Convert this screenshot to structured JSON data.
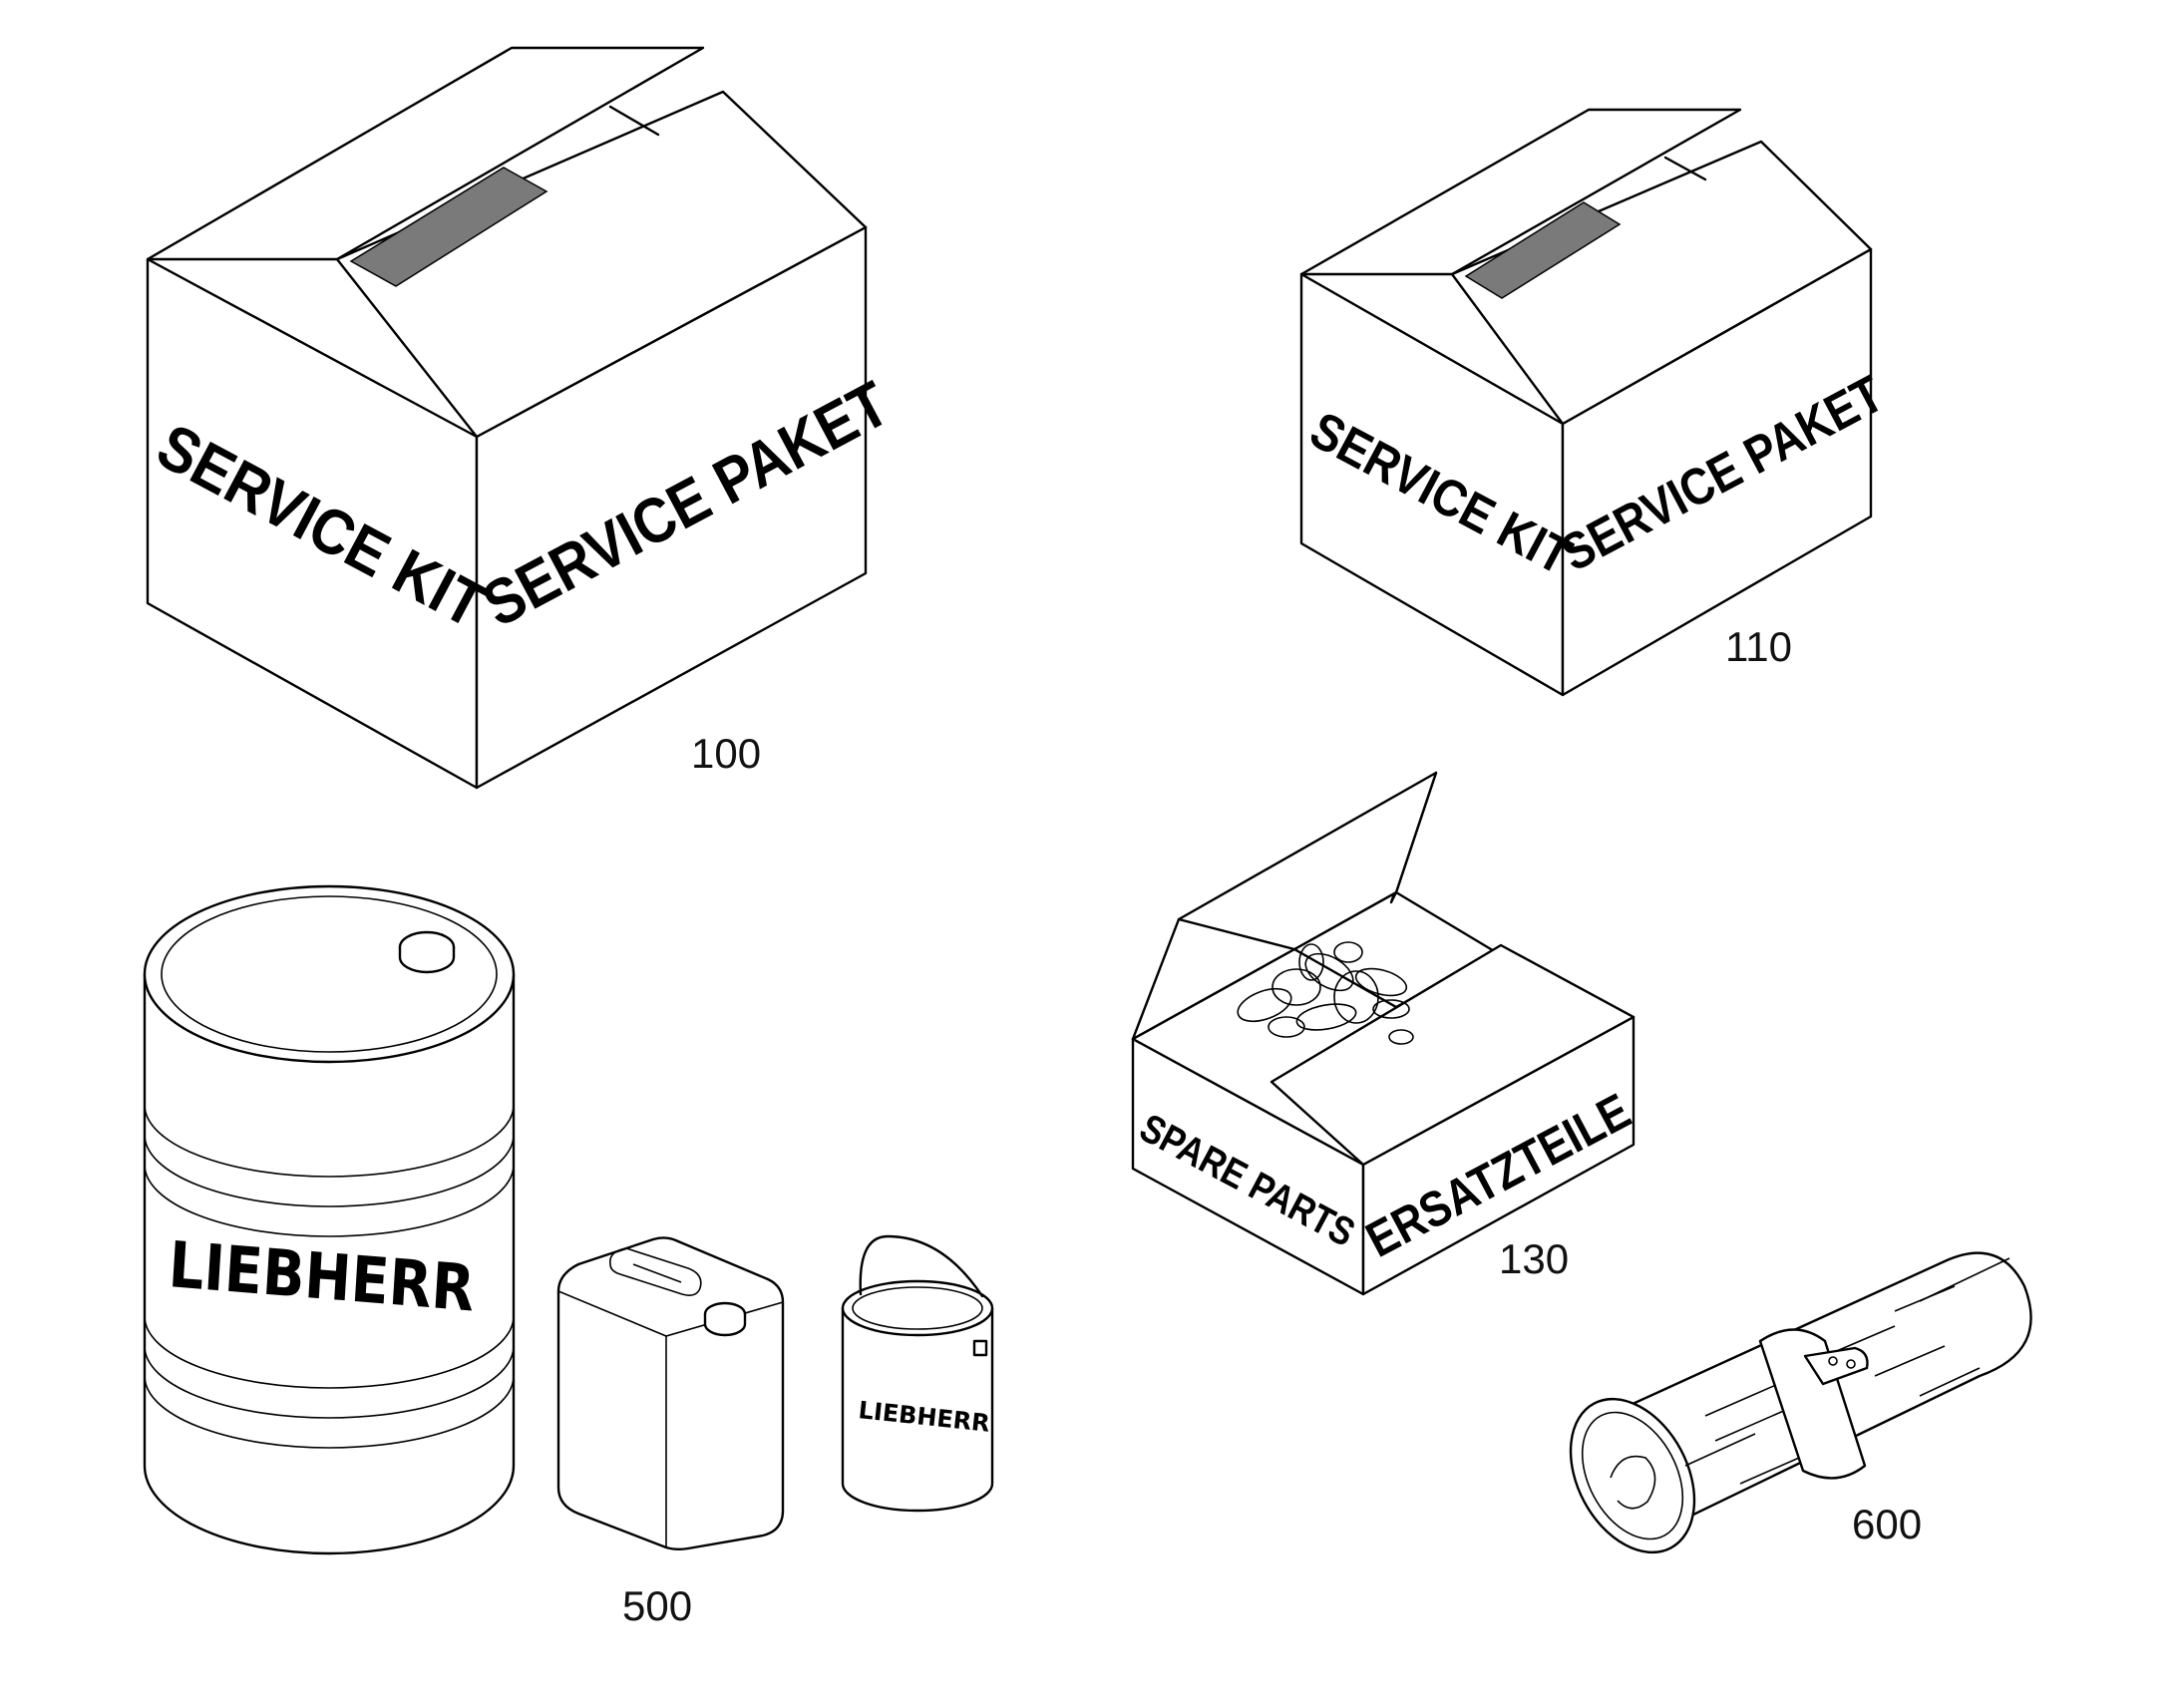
{
  "items": {
    "service_kit_large": {
      "side_label": "SERVICE KIT",
      "front_label": "SERVICE PAKET",
      "number": "100"
    },
    "service_kit_small": {
      "side_label": "SERVICE KIT",
      "front_label": "SERVICE PAKET",
      "number": "110"
    },
    "spare_parts_box": {
      "side_label": "SPARE PARTS",
      "front_label": "ERSATZTEILE",
      "number": "130"
    },
    "containers": {
      "drum_logo": "LIEBHERR",
      "can_logo": "LIEBHERR",
      "number": "500"
    },
    "roll": {
      "number": "600"
    }
  }
}
